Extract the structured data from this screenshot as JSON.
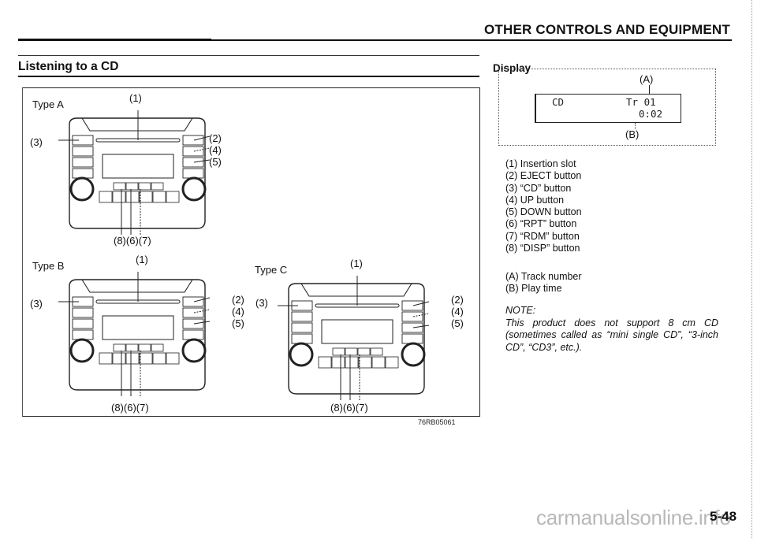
{
  "header": {
    "title": "OTHER CONTROLS AND EQUIPMENT"
  },
  "section": {
    "title": "Listening to a CD"
  },
  "figure": {
    "code": "76RB05061",
    "types": [
      {
        "label": "Type A",
        "callouts": {
          "slot": "(1)",
          "cd": "(3)",
          "eject": "(2)",
          "up": "(4)",
          "down": "(5)",
          "bottom": "(8)(6)(7)"
        }
      },
      {
        "label": "Type B",
        "callouts": {
          "slot": "(1)",
          "cd": "(3)",
          "eject": "(2)",
          "up": "(4)",
          "down": "(5)",
          "bottom": "(8)(6)(7)"
        }
      },
      {
        "label": "Type C",
        "callouts": {
          "slot": "(1)",
          "cd": "(3)",
          "eject": "(2)",
          "up": "(4)",
          "down": "(5)",
          "bottom": "(8)(6)(7)"
        }
      }
    ]
  },
  "display": {
    "title": "Display",
    "callout_a": "(A)",
    "callout_b": "(B)",
    "lcd_source": "CD",
    "lcd_track": "Tr 01",
    "lcd_time": "0:02"
  },
  "legend": [
    "(1) Insertion slot",
    "(2) EJECT button",
    "(3) “CD” button",
    "(4) UP button",
    "(5) DOWN button",
    "(6) “RPT” button",
    "(7) “RDM” button",
    "(8) “DISP” button"
  ],
  "legend_display": [
    "(A) Track number",
    "(B) Play time"
  ],
  "note": {
    "label": "NOTE:",
    "text": "This product does not support 8 cm CD (sometimes called as “mini single CD”, “3-inch CD”, “CD3”, etc.)."
  },
  "footer": {
    "page_number": "5-48",
    "watermark": "carmanualsonline.info"
  }
}
